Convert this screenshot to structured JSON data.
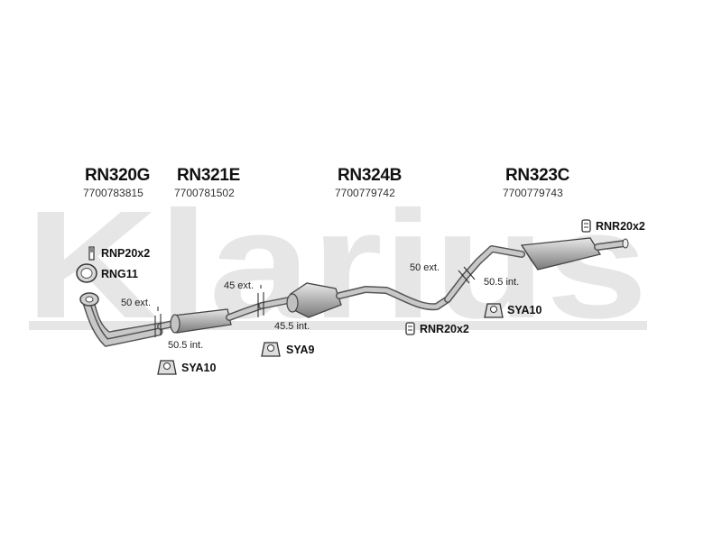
{
  "watermark": "Klarius",
  "parts": [
    {
      "code": "RN320G",
      "number": "7700783815"
    },
    {
      "code": "RN321E",
      "number": "7700781502"
    },
    {
      "code": "RN324B",
      "number": "7700779742"
    },
    {
      "code": "RN323C",
      "number": "7700779743"
    }
  ],
  "accessories": {
    "rnp": "RNP20x2",
    "rng": "RNG11",
    "rnr_top": "RNR20x2",
    "rnr_bottom": "RNR20x2",
    "sya10_left": "SYA10",
    "sya9": "SYA9",
    "sya10_right": "SYA10"
  },
  "measurements": {
    "m1": "50 ext.",
    "m2": "50.5 int.",
    "m3": "45 ext.",
    "m4": "45.5 int.",
    "m5": "50 ext.",
    "m6": "50.5 int."
  },
  "colors": {
    "watermark": "#e6e6e6",
    "pipe": "#b8b8b8",
    "outline": "#555555"
  }
}
